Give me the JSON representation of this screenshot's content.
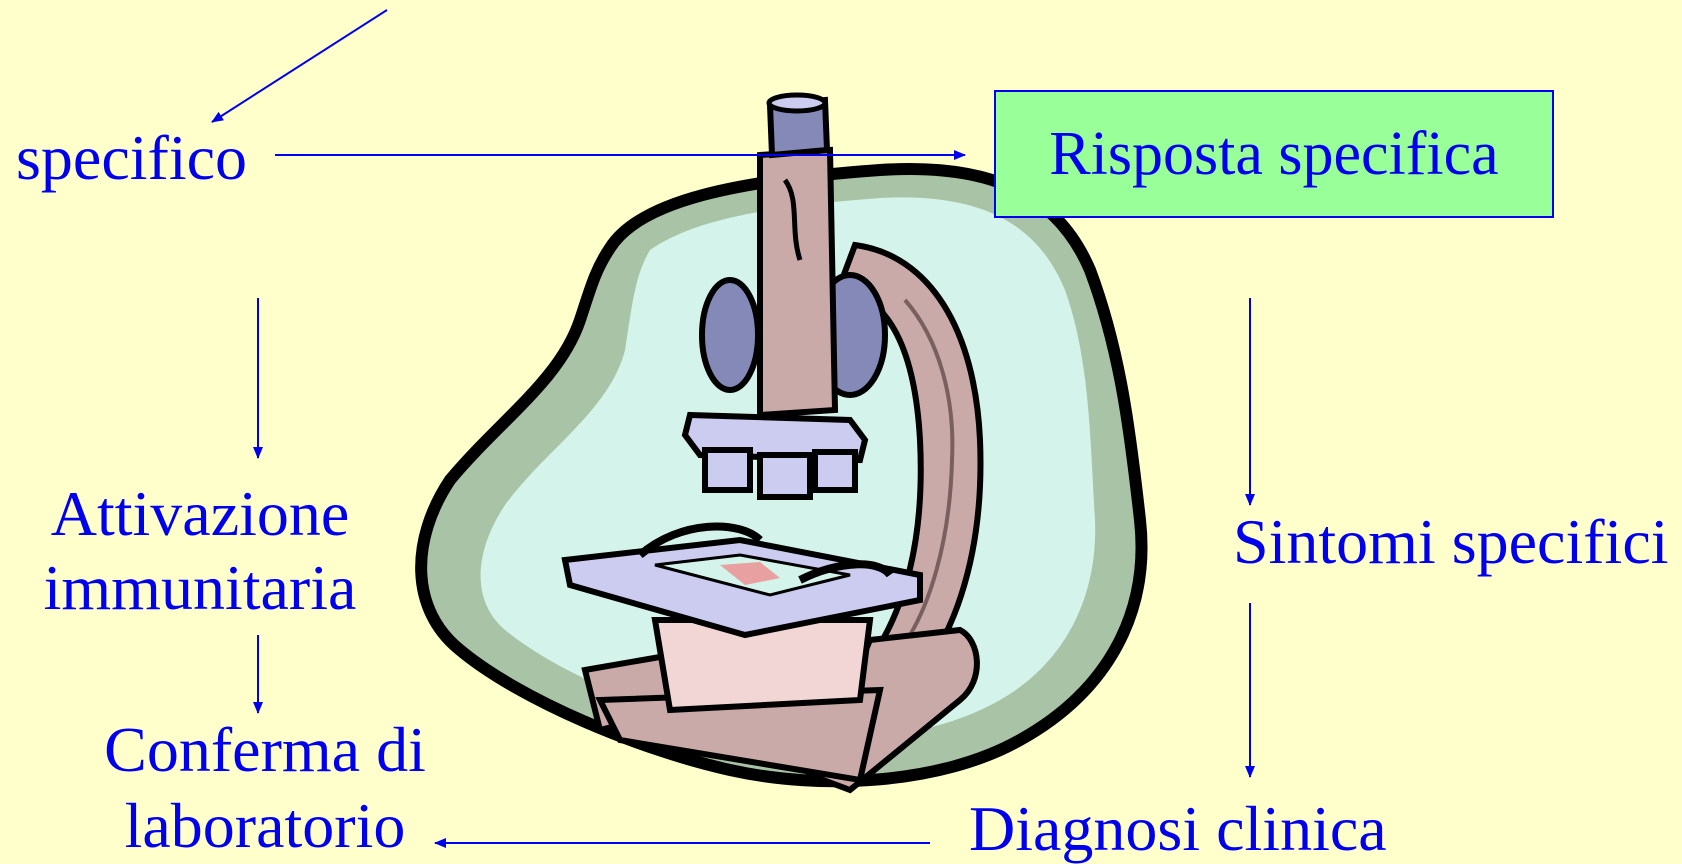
{
  "nodes": {
    "specifico": "specifico",
    "risposta_specifica": "Risposta specifica",
    "attivazione_line1": "Attivazione",
    "attivazione_line2": "immunitaria",
    "sintomi_specifici": "Sintomi specifici",
    "conferma_line1": "Conferma di",
    "conferma_line2": "laboratorio",
    "diagnosi_clinica": "Diagnosi clinica"
  },
  "illustration": {
    "icon": "microscope-icon"
  },
  "colors": {
    "background": "#ffffcc",
    "text": "#0000ee",
    "arrow": "#0000ee",
    "highlight_box": "#99ff99",
    "blob_outer": "#a8c3a5",
    "blob_inner": "#d4f3ea",
    "microscope_body": "#c9aaa8",
    "microscope_lens": "#8589b8",
    "microscope_stage": "#ccccf0"
  }
}
